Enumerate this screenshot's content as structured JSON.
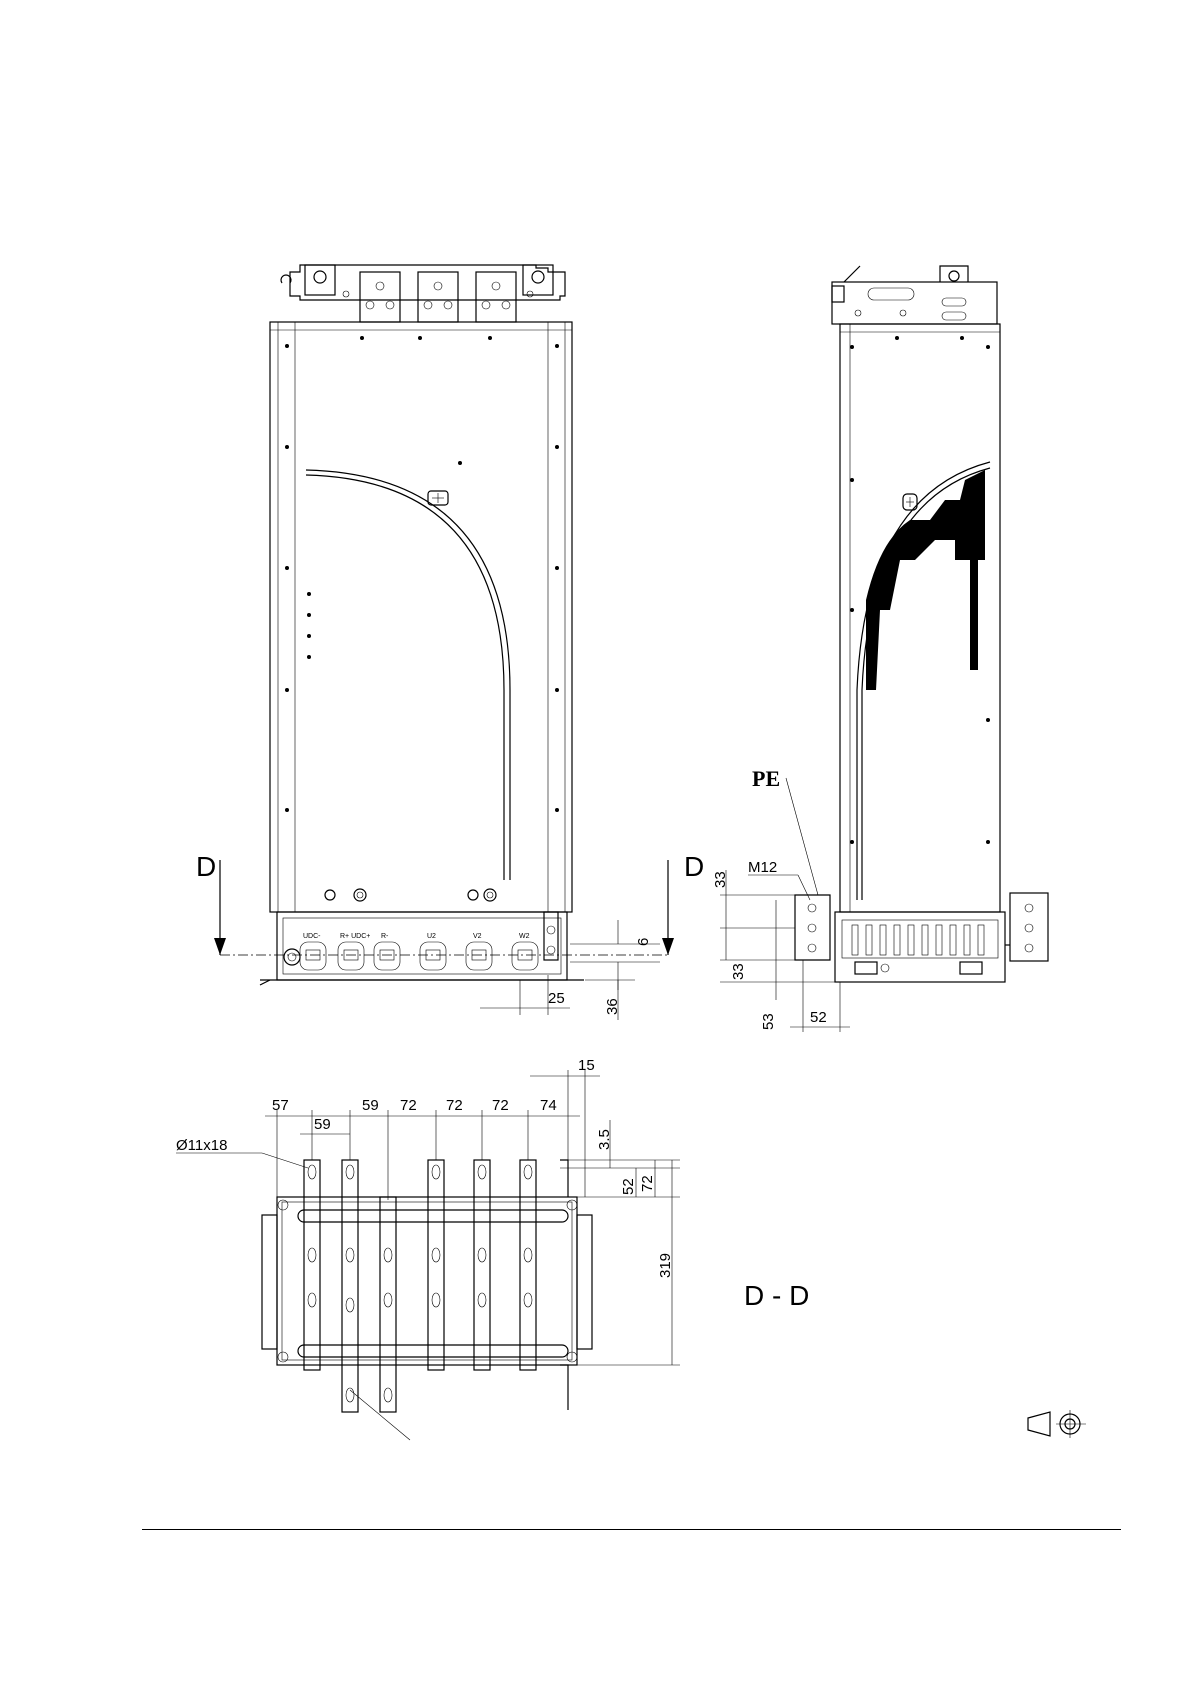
{
  "front_view": {
    "section_mark_left": "D",
    "section_mark_right": "D",
    "terminals": [
      "UDC-",
      "R+\nUDC+",
      "R-",
      "U2",
      "V2",
      "W2"
    ],
    "dims": {
      "d6": "6",
      "d25": "25",
      "d36": "36"
    }
  },
  "side_view": {
    "pe_label": "PE",
    "thread_label": "M12",
    "dims": {
      "d33a": "33",
      "d33b": "33",
      "d53": "53",
      "d52": "52"
    }
  },
  "section_view": {
    "title": "D - D",
    "hole_label": "Ø11x18",
    "dims_top": {
      "d15": "15",
      "d57": "57",
      "d59a": "59",
      "d59b": "59",
      "d72a": "72",
      "d72b": "72",
      "d72c": "72",
      "d74": "74"
    },
    "dims_right": {
      "d3_5": "3.5",
      "d52": "52",
      "d72": "72",
      "d319": "319"
    }
  },
  "projection_symbol": "third-angle-projection-icon"
}
